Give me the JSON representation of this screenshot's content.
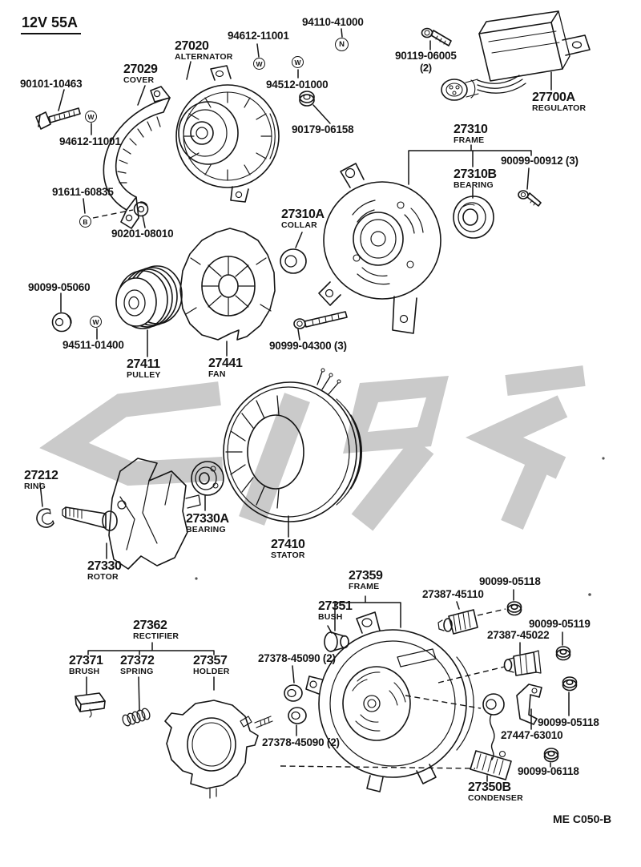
{
  "meta": {
    "title": "12V 55A",
    "sheet_code": "ME C050-B",
    "colors": {
      "line": "#141414",
      "watermark": "#cacaca",
      "background": "#ffffff"
    }
  },
  "symbols": [
    {
      "letter": "W"
    },
    {
      "letter": "W"
    },
    {
      "letter": "W"
    },
    {
      "letter": "N"
    },
    {
      "letter": "B"
    },
    {
      "letter": "W"
    }
  ],
  "labels": [
    {
      "code": "27020",
      "name": "ALTERNATOR"
    },
    {
      "code": "27029",
      "name": "COVER"
    },
    {
      "code": "90101-10463"
    },
    {
      "code": "94612-11001"
    },
    {
      "code": "94612-11001"
    },
    {
      "code": "94110-41000"
    },
    {
      "code": "94512-01000"
    },
    {
      "code": "90179-06158"
    },
    {
      "code": "90119-06005",
      "qty": "(2)"
    },
    {
      "code": "27700A",
      "name": "REGULATOR"
    },
    {
      "code": "27310",
      "name": "FRAME"
    },
    {
      "code": "90099-00912 (3)"
    },
    {
      "code": "27310B",
      "name": "BEARING"
    },
    {
      "code": "91611-60835"
    },
    {
      "code": "90201-08010"
    },
    {
      "code": "27310A",
      "name": "COLLAR"
    },
    {
      "code": "90099-05060"
    },
    {
      "code": "94511-01400"
    },
    {
      "code": "27411",
      "name": "PULLEY"
    },
    {
      "code": "27441",
      "name": "FAN"
    },
    {
      "code": "90999-04300 (3)"
    },
    {
      "code": "27212",
      "name": "RING"
    },
    {
      "code": "27330",
      "name": "ROTOR"
    },
    {
      "code": "27330A",
      "name": "BEARING"
    },
    {
      "code": "27410",
      "name": "STATOR"
    },
    {
      "code": "27362",
      "name": "RECTIFIER"
    },
    {
      "code": "27371",
      "name": "BRUSH"
    },
    {
      "code": "27372",
      "name": "SPRING"
    },
    {
      "code": "27357",
      "name": "HOLDER"
    },
    {
      "code": "27378-45090 (2)"
    },
    {
      "code": "27378-45090 (2)"
    },
    {
      "code": "27359",
      "name": "FRAME"
    },
    {
      "code": "27351",
      "name": "BUSH"
    },
    {
      "code": "27387-45110"
    },
    {
      "code": "90099-05118"
    },
    {
      "code": "90099-05119"
    },
    {
      "code": "27387-45022"
    },
    {
      "code": "90099-05118"
    },
    {
      "code": "27447-63010"
    },
    {
      "code": "90099-06118"
    },
    {
      "code": "27350B",
      "name": "CONDENSER"
    }
  ]
}
